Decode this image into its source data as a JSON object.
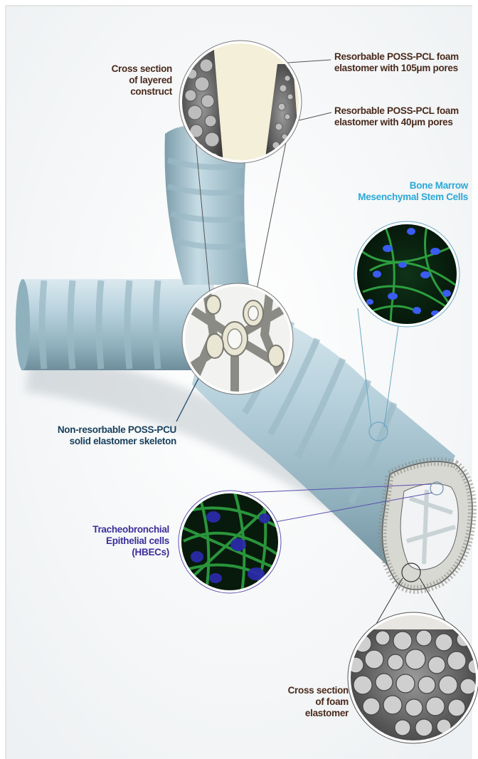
{
  "labels": {
    "cross_section_layered": [
      "Cross section",
      "of layered",
      "construct"
    ],
    "pcl_105": [
      "Resorbable POSS-PCL foam",
      "elastomer with 105μm pores"
    ],
    "pcl_40": [
      "Resorbable POSS-PCL foam",
      "elastomer with 40μm pores"
    ],
    "bone_marrow": [
      "Bone Marrow",
      "Mesenchymal Stem Cells"
    ],
    "pcu_skeleton": [
      "Non-resorbable POSS-PCU",
      "solid elastomer skeleton"
    ],
    "hbecs": [
      "Tracheobronchial",
      "Epithelial cells",
      "(HBECs)"
    ],
    "cross_section_foam": [
      "Cross section",
      "of foam",
      "elastomer"
    ]
  },
  "colors": {
    "tube": "#aeccd8",
    "tube_dark": "#6f8e9c",
    "label_brown": "#4a2a1c",
    "label_cyan": "#2aa9d8",
    "label_navy": "#163f5c",
    "label_purple": "#3b2f9a",
    "stem_cell_nuclei": "#3a5cf0",
    "cell_fibers": "#33b548"
  }
}
